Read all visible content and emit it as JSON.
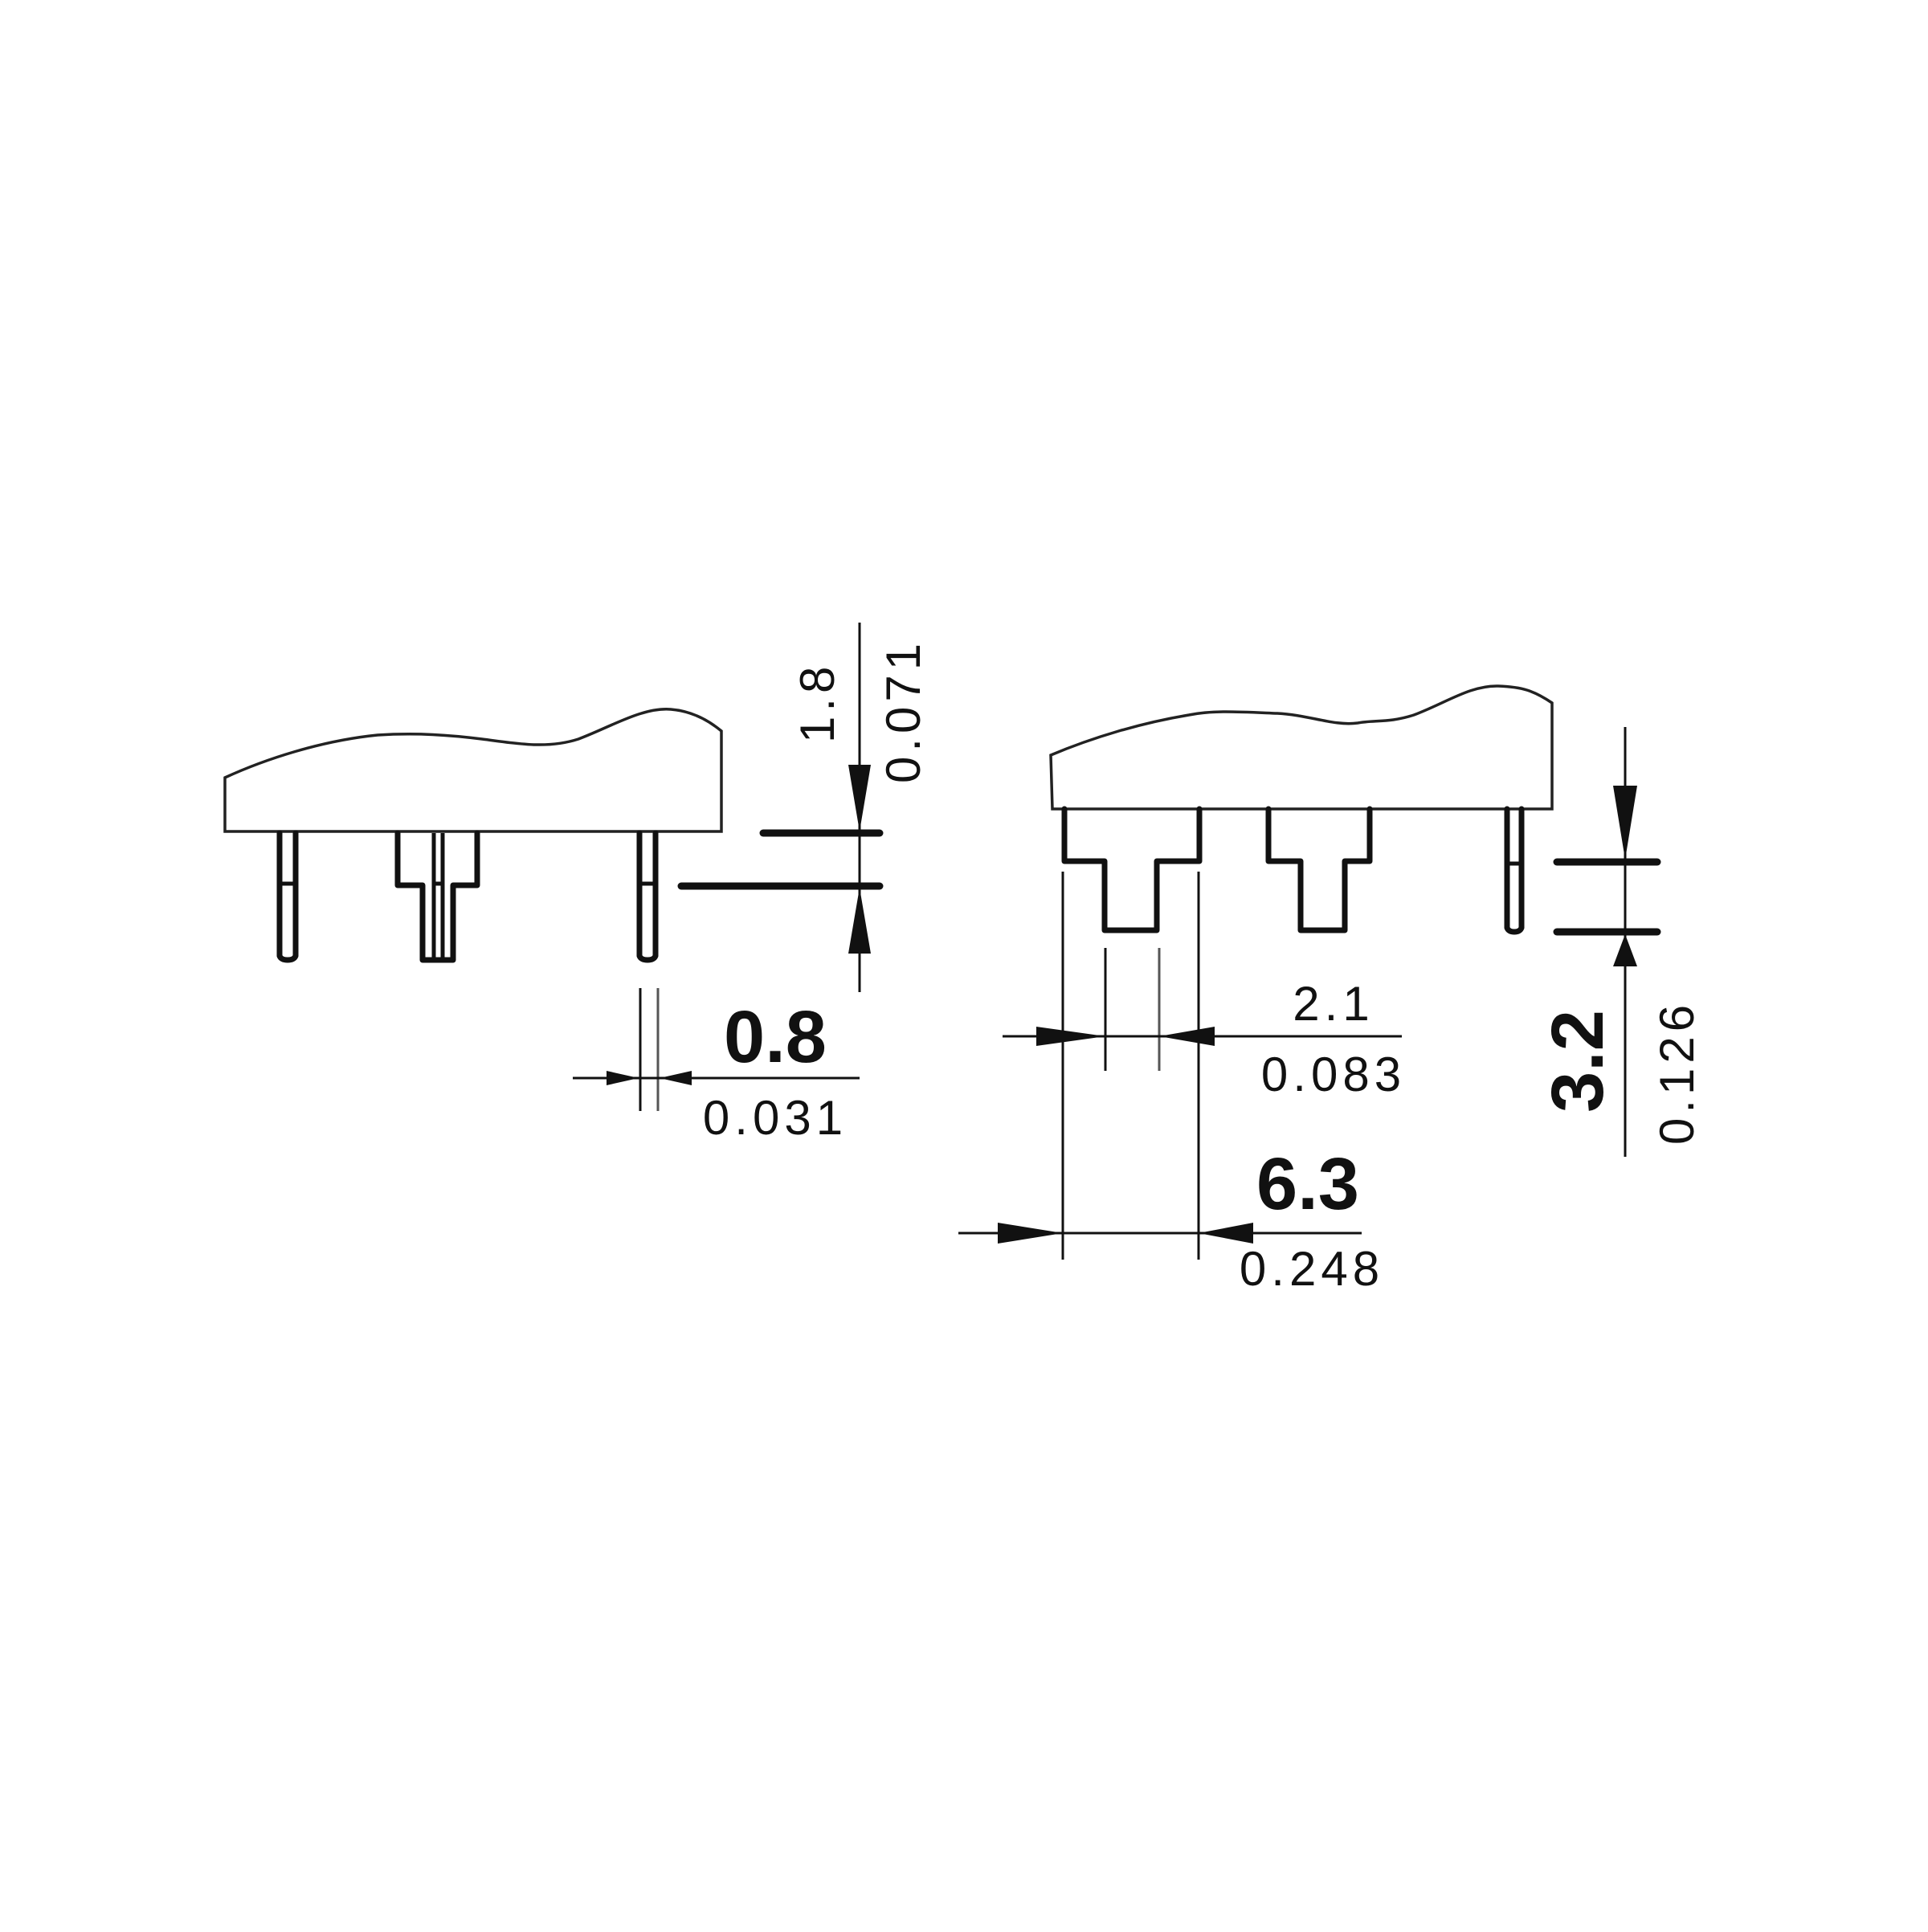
{
  "drawing": {
    "background": "#ffffff",
    "line_color": "#111111",
    "units_note": "mm / inch (dual dimensioning)"
  },
  "left_view": {
    "label": "side view of component with straight pins",
    "dim_pin_thickness": {
      "mm": "0.8",
      "inch": "0.031"
    },
    "dim_pin_offset": {
      "mm": "1.8",
      "inch": "0.071"
    }
  },
  "right_view": {
    "label": "front view of component with T-shaped terminals",
    "dim_tab_width": {
      "mm": "2.1",
      "inch": "0.083"
    },
    "dim_terminal_width": {
      "mm": "6.3",
      "inch": "0.248"
    },
    "dim_pin_offset": {
      "mm": "3.2",
      "inch": "0.126"
    }
  }
}
